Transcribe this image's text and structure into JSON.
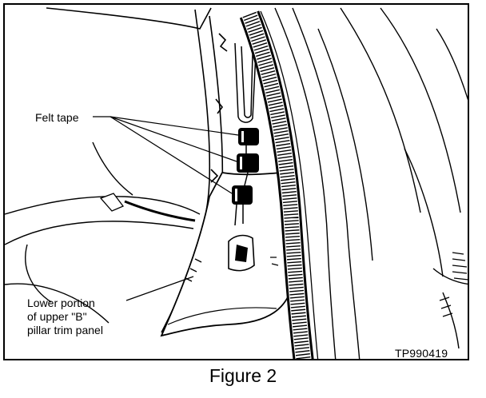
{
  "figure": {
    "caption": "Figure 2",
    "code": "TP990419"
  },
  "callouts": {
    "felt_tape": "Felt tape",
    "lower_portion": {
      "line1": "Lower portion",
      "line2": "of upper \"B\"",
      "line3": "pillar trim panel"
    }
  },
  "colors": {
    "ink": "#000000",
    "paper": "#ffffff"
  }
}
